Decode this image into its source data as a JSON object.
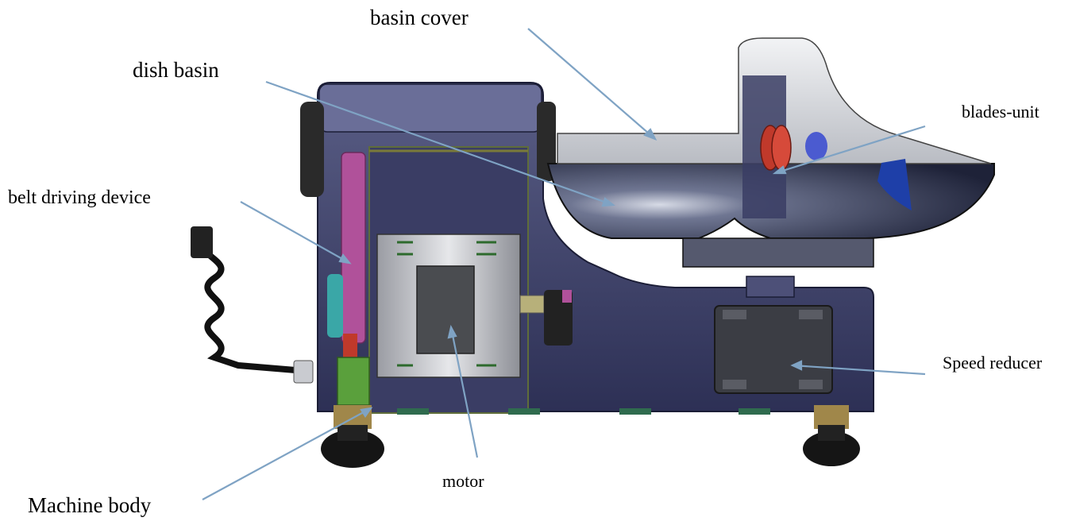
{
  "labels": {
    "basin_cover": "basin cover",
    "dish_basin": "dish basin",
    "blades_unit": "blades-unit",
    "belt_driving_device": "belt driving device",
    "speed_reducer": "Speed reducer",
    "motor": "motor",
    "machine_body": "Machine body"
  },
  "colors": {
    "leader_line": "#7fa3c4",
    "body": "#3c3f66",
    "body_dark": "#26284a",
    "basin": "#2e3350",
    "cover": "#d9dbe0",
    "belt": "#b0519a",
    "blades": "#c0392b",
    "feet": "#1a1a1a",
    "cable": "#111111"
  }
}
